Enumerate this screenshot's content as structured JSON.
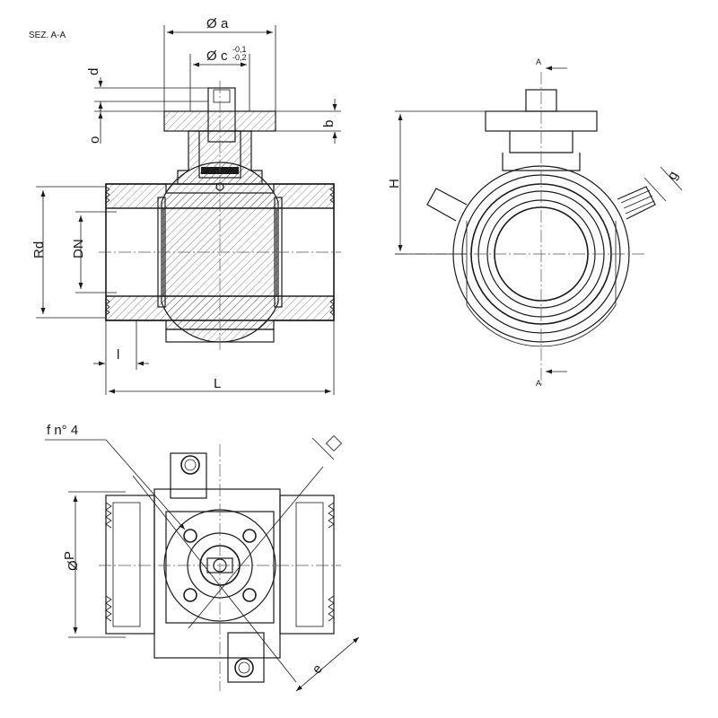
{
  "section_label": "SEZ. A-A",
  "dimensions": {
    "a": "a",
    "c": "c",
    "c_tol_upper": "-0,1",
    "c_tol_lower": "-0,2",
    "d": "d",
    "o": "o",
    "b": "b",
    "Rd": "Rd",
    "DN": "DN",
    "l": "l",
    "L": "L",
    "H": "H",
    "g": "g",
    "P": "P",
    "e": "e",
    "holes": "f n° 4",
    "diameter_symbol": "Ø"
  },
  "section_marks": [
    "A",
    "A"
  ]
}
